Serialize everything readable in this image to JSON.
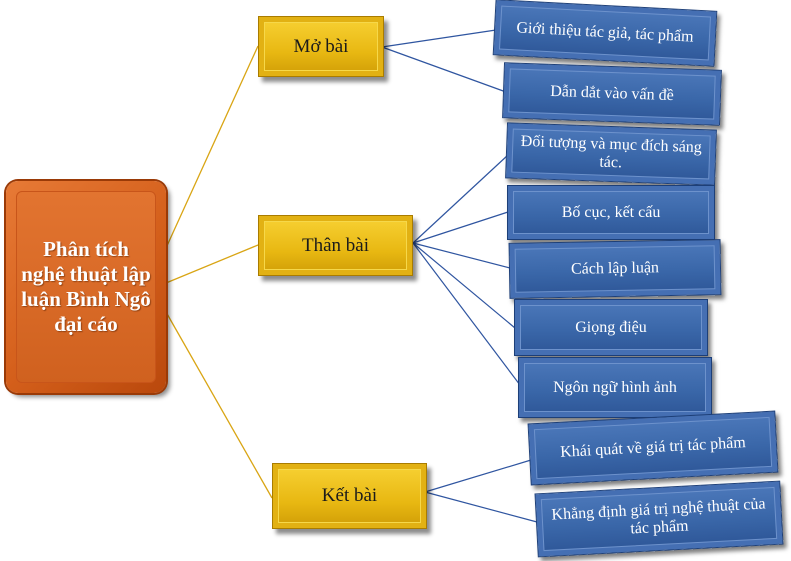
{
  "root": {
    "label": "Phân tích nghệ thuật lập luận Bình Ngô đại cáo"
  },
  "sections": [
    {
      "label": "Mở bài"
    },
    {
      "label": "Thân bài"
    },
    {
      "label": "Kết bài"
    }
  ],
  "leaves": [
    {
      "label": "Giới thiệu tác giả, tác phẩm"
    },
    {
      "label": "Dẫn dắt vào vấn đề"
    },
    {
      "label": "Đối tượng và mục đích sáng tác."
    },
    {
      "label": "Bố cục, kết cấu"
    },
    {
      "label": "Cách lập luận"
    },
    {
      "label": "Giọng điệu"
    },
    {
      "label": "Ngôn ngữ hình ảnh"
    },
    {
      "label": "Khái quát về giá trị tác phẩm"
    },
    {
      "label": "Khẳng định giá trị nghệ thuật của tác phẩm"
    }
  ],
  "colors": {
    "root_fill": "#d9661f",
    "section_fill": "#efc21c",
    "leaf_fill": "#3d6aad",
    "root_connector": "#d9a514",
    "leaf_connector": "#2f55a0"
  }
}
